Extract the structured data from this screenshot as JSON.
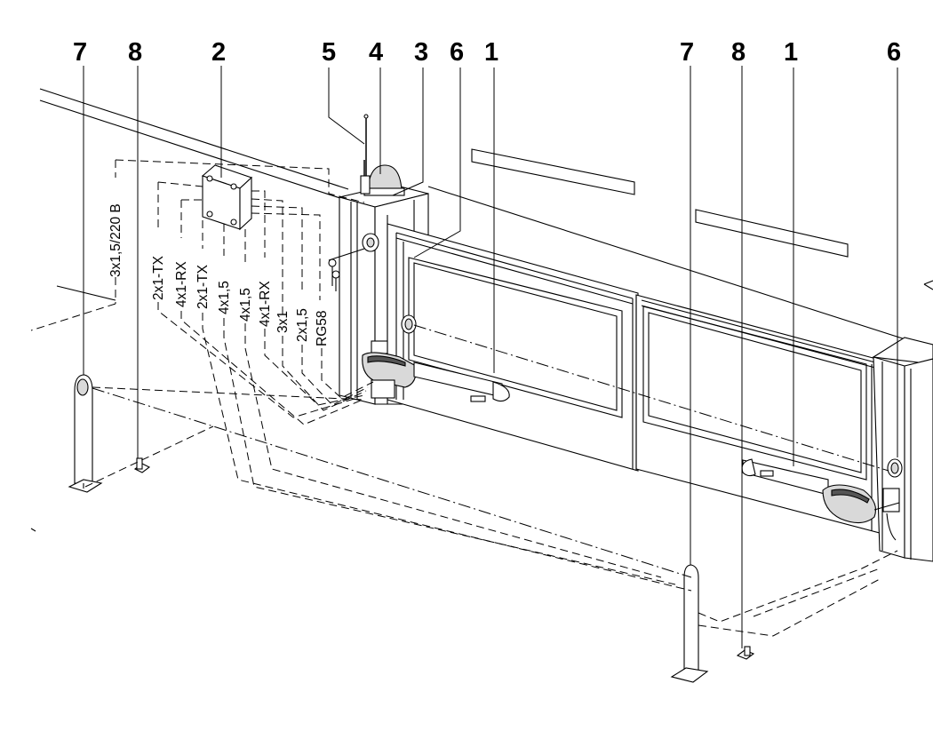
{
  "callouts": {
    "left": [
      "7",
      "8",
      "2",
      "5",
      "4",
      "3",
      "6",
      "1"
    ],
    "right": [
      "7",
      "8",
      "1",
      "6"
    ]
  },
  "cables": {
    "mains": "3x1,5/220 B",
    "c1": "2x1-TX",
    "c2": "4x1-RX",
    "c3": "2x1-TX",
    "c4": "4x1,5",
    "c5": "4x1,5",
    "c6": "4x1-RX",
    "c7": "3x1",
    "c8": "2x1,5",
    "c9": "RG58"
  }
}
